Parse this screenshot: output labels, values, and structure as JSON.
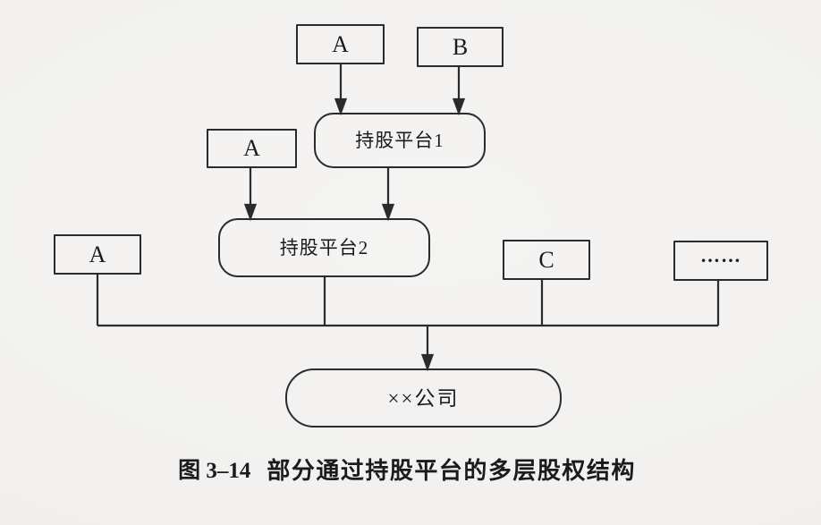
{
  "figure": {
    "nodes": {
      "a_top": "A",
      "b_top": "B",
      "platform1": "持股平台1",
      "a_mid": "A",
      "platform2": "持股平台2",
      "a_left": "A",
      "c_right": "C",
      "ellipsis": "……",
      "company": "××公司"
    },
    "caption": {
      "prefix": "图 3–14",
      "title": "部分通过持股平台的多层股权结构"
    },
    "colors": {
      "paper": "#f2f1ef",
      "line": "#2b2b2b",
      "text": "#1b1b1b"
    }
  }
}
